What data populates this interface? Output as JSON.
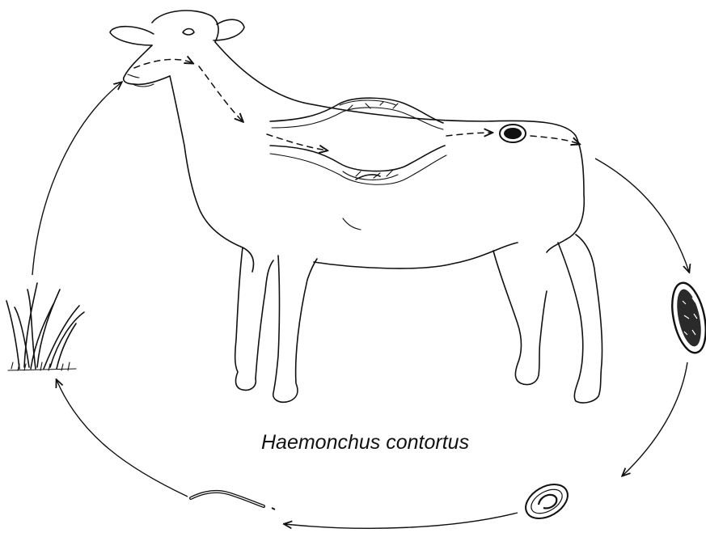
{
  "caption": "Haemonchus contortus",
  "colors": {
    "ink": "#111111",
    "background": "#ffffff"
  },
  "icons": [
    "sheep-illustration",
    "stomach-section",
    "egg-in-host",
    "egg-embryonated",
    "larva-in-egg",
    "free-larva",
    "grass-tuft"
  ]
}
